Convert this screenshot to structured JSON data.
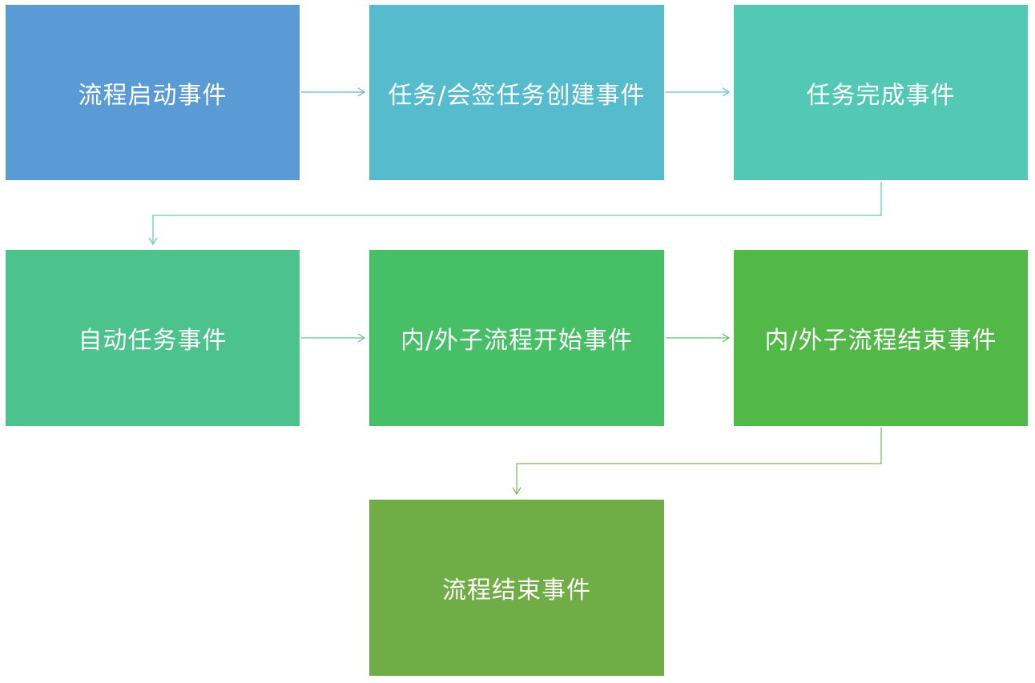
{
  "diagram": {
    "nodes": [
      {
        "id": "process-start",
        "label": "流程启动事件",
        "color": "#5b9bd5"
      },
      {
        "id": "task-create",
        "label": "任务/会签任务创建事件",
        "color": "#55bbcd"
      },
      {
        "id": "task-complete",
        "label": "任务完成事件",
        "color": "#53c9b5"
      },
      {
        "id": "auto-task",
        "label": "自动任务事件",
        "color": "#4cc38c"
      },
      {
        "id": "subprocess-start",
        "label": "内/外子流程开始事件",
        "color": "#47bf66"
      },
      {
        "id": "subprocess-end",
        "label": "内/外子流程结束事件",
        "color": "#52b848"
      },
      {
        "id": "process-end",
        "label": "流程结束事件",
        "color": "#70ad47"
      }
    ],
    "edges": [
      {
        "from": "process-start",
        "to": "task-create",
        "color": "#6fb0d8"
      },
      {
        "from": "task-create",
        "to": "task-complete",
        "color": "#66c4cf"
      },
      {
        "from": "task-complete",
        "to": "auto-task",
        "color": "#66cfb5"
      },
      {
        "from": "auto-task",
        "to": "subprocess-start",
        "color": "#62c88a"
      },
      {
        "from": "subprocess-start",
        "to": "subprocess-end",
        "color": "#5fc46a"
      },
      {
        "from": "subprocess-end",
        "to": "process-end",
        "color": "#7fbd5a"
      }
    ]
  }
}
